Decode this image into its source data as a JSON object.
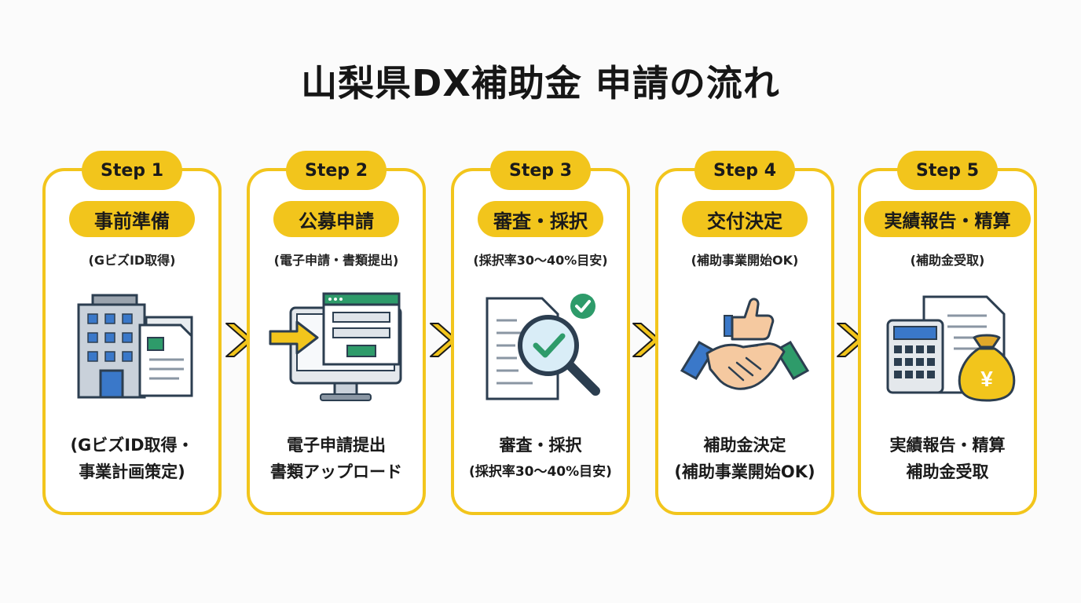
{
  "title": "山梨県DX補助金 申請の流れ",
  "steps": [
    {
      "step": "Step 1",
      "label": "事前準備",
      "sub": "(GビズID取得)",
      "desc1": "(GビズID取得・",
      "desc2": "事業計画策定)",
      "icon": "office-building-documents-icon"
    },
    {
      "step": "Step 2",
      "label": "公募申請",
      "sub": "(電子申請・書類提出)",
      "desc1": "電子申請提出",
      "desc2": "書類アップロード",
      "icon": "computer-upload-form-icon"
    },
    {
      "step": "Step 3",
      "label": "審査・採択",
      "sub": "(採択率30〜40%目安)",
      "desc1": "審査・採択",
      "desc2": "(採択率30〜40%目安)",
      "icon": "document-magnifier-check-icon"
    },
    {
      "step": "Step 4",
      "label": "交付決定",
      "sub": "(補助事業開始OK)",
      "desc1": "補助金決定",
      "desc2": "(補助事業開始OK)",
      "icon": "handshake-thumbs-up-icon"
    },
    {
      "step": "Step 5",
      "label": "実績報告・精算",
      "sub": "(補助金受取)",
      "desc1": "実績報告・精算",
      "desc2": "補助金受取",
      "icon": "calculator-money-bag-icon"
    }
  ],
  "icon_glyphs": {
    "yen": "¥"
  },
  "colors": {
    "accent": "#f2c51c",
    "icon_dark": "#2c3e50",
    "green": "#2e9b6a",
    "blue": "#3a78c9"
  }
}
